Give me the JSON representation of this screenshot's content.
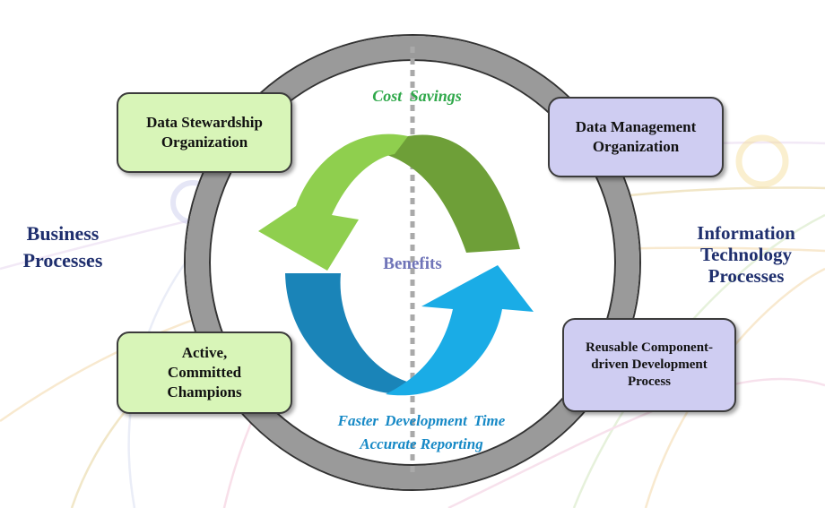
{
  "boxes": {
    "data_stewardship": "Data Stewardship Organization",
    "data_management": "Data Management Organization",
    "active_champions": "Active, Committed Champions",
    "reusable_component": "Reusable Component-driven Development Process"
  },
  "side_labels": {
    "business": "Business Processes",
    "it": "Information Technology Processes"
  },
  "center": {
    "cost_savings": "Cost Savings",
    "benefits": "Benefits",
    "faster_dev": "Faster Development Time",
    "accurate_reporting": "Accurate Reporting"
  },
  "colors": {
    "ring": "#9a9a9a",
    "green_box": "#d8f5b8",
    "purple_box": "#cfcdf2",
    "arrow_light_green": "#8fcf4e",
    "arrow_dark_green": "#6e9f38",
    "arrow_teal": "#1a84b8",
    "arrow_cyan": "#1aace6",
    "label_navy": "#1f2f6e",
    "cost_savings_text": "#2fa84a",
    "benefits_text": "#6f74b8",
    "bottom_text": "#1689c6"
  }
}
